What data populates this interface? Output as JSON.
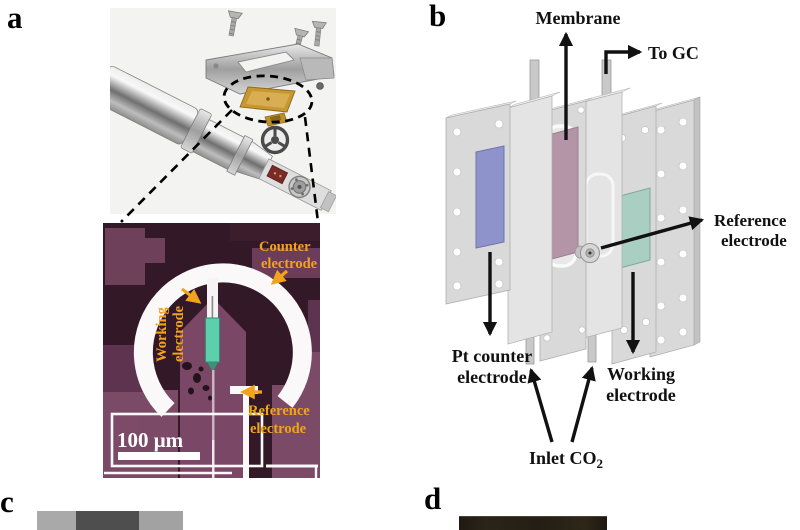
{
  "panels": {
    "a": "a",
    "b": "b",
    "c": "c",
    "d": "d"
  },
  "panel_a": {
    "micrograph": {
      "counter_line1": "Counter",
      "counter_line2": "electrode",
      "working_line1": "Working",
      "working_line2": "electrode",
      "reference_line1": "Reference",
      "reference_line2": "electrode",
      "scale_bar": "100 μm"
    }
  },
  "panel_b": {
    "membrane_label": "Membrane",
    "to_gc_label": "To GC",
    "reference_line1": "Reference",
    "reference_line2": "electrode",
    "pt_counter_line1": "Pt counter",
    "pt_counter_line2": "electrode",
    "working_line1": "Working",
    "working_line2": "electrode",
    "inlet_co2_main": "Inlet CO",
    "inlet_co2_sub": "2"
  },
  "colors": {
    "label_orange": "#f2a31c",
    "counter_blue": "#8f93cc",
    "membrane_pink": "#b494a7",
    "working_teal_plate": "#a9cfc2",
    "micro_teal": "#5ecfad",
    "micro_bg": "#331927",
    "gold_chip": "#c79730"
  }
}
